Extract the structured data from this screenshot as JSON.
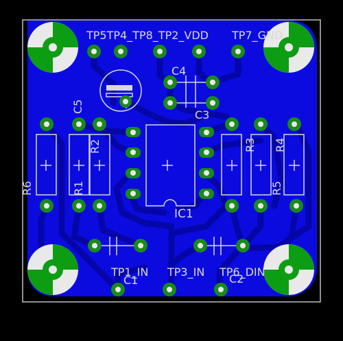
{
  "colors": {
    "background": "#000000",
    "board_outline": "#bfbfbf",
    "copper": "#0b0be0",
    "trace": "#0808b8",
    "pad_ring": "#1a8a1a",
    "pad_ring_light": "#27b327",
    "drill": "#e9e9e9",
    "silk": "#d8d8d8",
    "mount_green": "#0d9d13",
    "mount_light": "#e9e9e9"
  },
  "labels": {
    "tp_top": "TP5TP4_TP8_TP2_VDD",
    "tp7": "TP7_GND",
    "tp_bottom": "TP1_IN",
    "tp3": "TP3_IN",
    "tp6": "TP6_DIN",
    "c1": "C1",
    "c2": "C2",
    "c3": "C3",
    "c4": "C4",
    "c5": "C5",
    "ic1": "IC1",
    "r1": "R1",
    "r2": "R2",
    "r3": "R3",
    "r4": "R4",
    "r5": "R5",
    "r6": "R6"
  }
}
